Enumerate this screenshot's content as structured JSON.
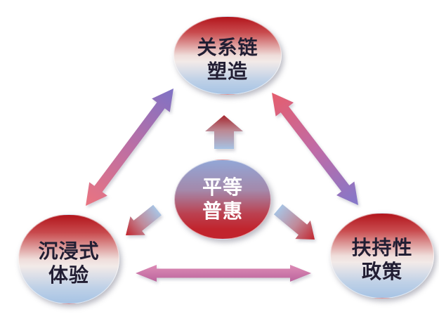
{
  "nodes": {
    "top": {
      "line1": "关系链",
      "line2": "塑造"
    },
    "left": {
      "line1": "沉浸式",
      "line2": "体验"
    },
    "right": {
      "line1": "扶持性",
      "line2": "政策"
    },
    "center": {
      "line1": "平等",
      "line2": "普惠"
    }
  },
  "edges": [
    {
      "from": "left",
      "to": "top",
      "style": "double-arrow",
      "gradient": [
        "#E8697B",
        "#7F72C5"
      ]
    },
    {
      "from": "top",
      "to": "right",
      "style": "double-arrow",
      "gradient": [
        "#E55E6D",
        "#8378CA"
      ]
    },
    {
      "from": "left",
      "to": "right",
      "style": "double-arrow",
      "gradient": [
        "#DD8CB6",
        "#BC659D"
      ]
    },
    {
      "from": "center",
      "to": "top",
      "style": "block-arrow",
      "gradient": [
        "#A6C2E3",
        "#A5262E"
      ]
    },
    {
      "from": "center",
      "to": "left",
      "style": "block-arrow",
      "gradient": [
        "#A9C4E4",
        "#C2242C"
      ]
    },
    {
      "from": "center",
      "to": "right",
      "style": "block-arrow",
      "gradient": [
        "#A9C4E4",
        "#C2242C"
      ]
    }
  ],
  "colors": {
    "background": "#FFFFFF",
    "outer_node_gradient_top": "#B2151C",
    "outer_node_gradient_bottom": "#A6C3E4",
    "center_node_gradient_top": "#92A7D7",
    "center_node_gradient_bottom": "#C1242D",
    "outer_node_text": "#221E33",
    "center_node_text": "#FFFFFF",
    "diagonal_arrow_pink": "#E8697B",
    "diagonal_arrow_purple": "#7F72C5",
    "horizontal_arrow_pink": "#CF7BA9"
  }
}
